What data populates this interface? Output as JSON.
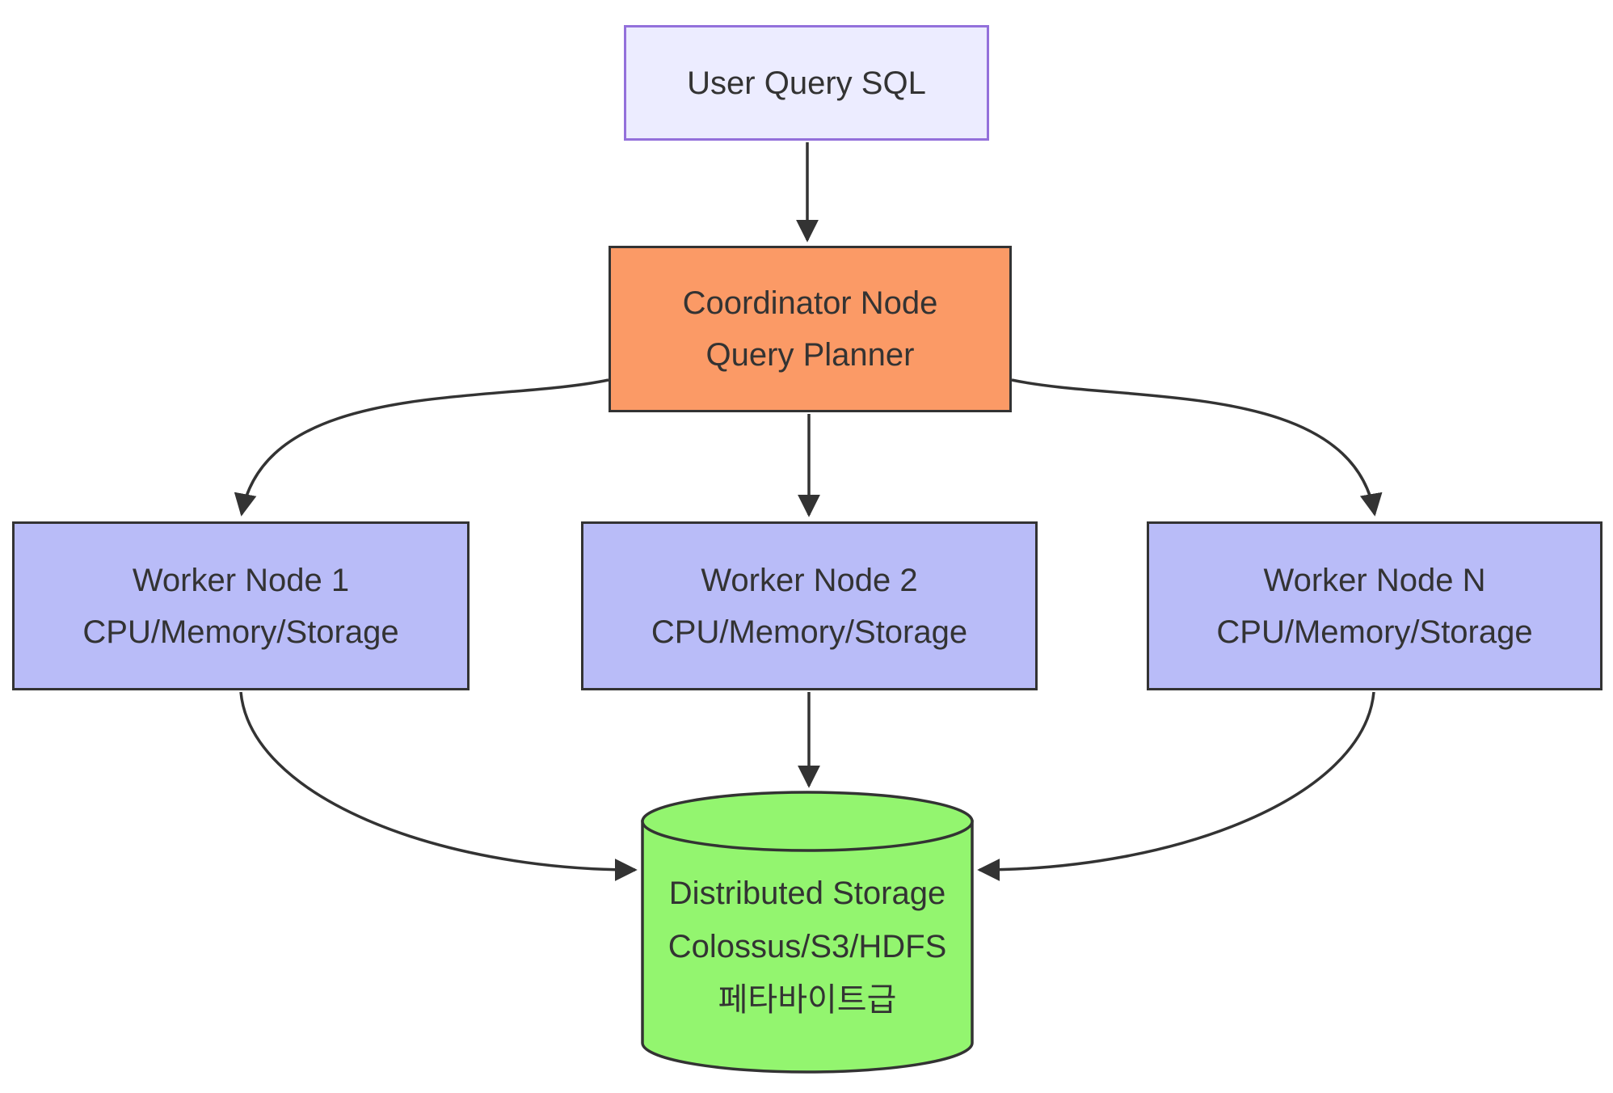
{
  "diagram": {
    "type": "flowchart",
    "background": "#ffffff",
    "nodes": {
      "user_query": {
        "lines": [
          "User Query SQL"
        ]
      },
      "coordinator": {
        "lines": [
          "Coordinator Node",
          "Query Planner"
        ]
      },
      "worker1": {
        "lines": [
          "Worker Node 1",
          "CPU/Memory/Storage"
        ]
      },
      "worker2": {
        "lines": [
          "Worker Node 2",
          "CPU/Memory/Storage"
        ]
      },
      "workerN": {
        "lines": [
          "Worker Node N",
          "CPU/Memory/Storage"
        ]
      },
      "storage": {
        "lines": [
          "Distributed Storage",
          "Colossus/S3/HDFS",
          "페타바이트급"
        ]
      }
    },
    "edges": [
      {
        "from": "user_query",
        "to": "coordinator"
      },
      {
        "from": "coordinator",
        "to": "worker1"
      },
      {
        "from": "coordinator",
        "to": "worker2"
      },
      {
        "from": "coordinator",
        "to": "workerN"
      },
      {
        "from": "worker1",
        "to": "storage"
      },
      {
        "from": "worker2",
        "to": "storage"
      },
      {
        "from": "workerN",
        "to": "storage"
      }
    ],
    "colors": {
      "user_fill": "#ECECFF",
      "user_border": "#9370DB",
      "coordinator_fill": "#FB9A66",
      "worker_fill": "#B9BCF8",
      "storage_fill": "#93F56F",
      "node_border": "#333333",
      "edge_stroke": "#333333",
      "text": "#333333"
    }
  }
}
